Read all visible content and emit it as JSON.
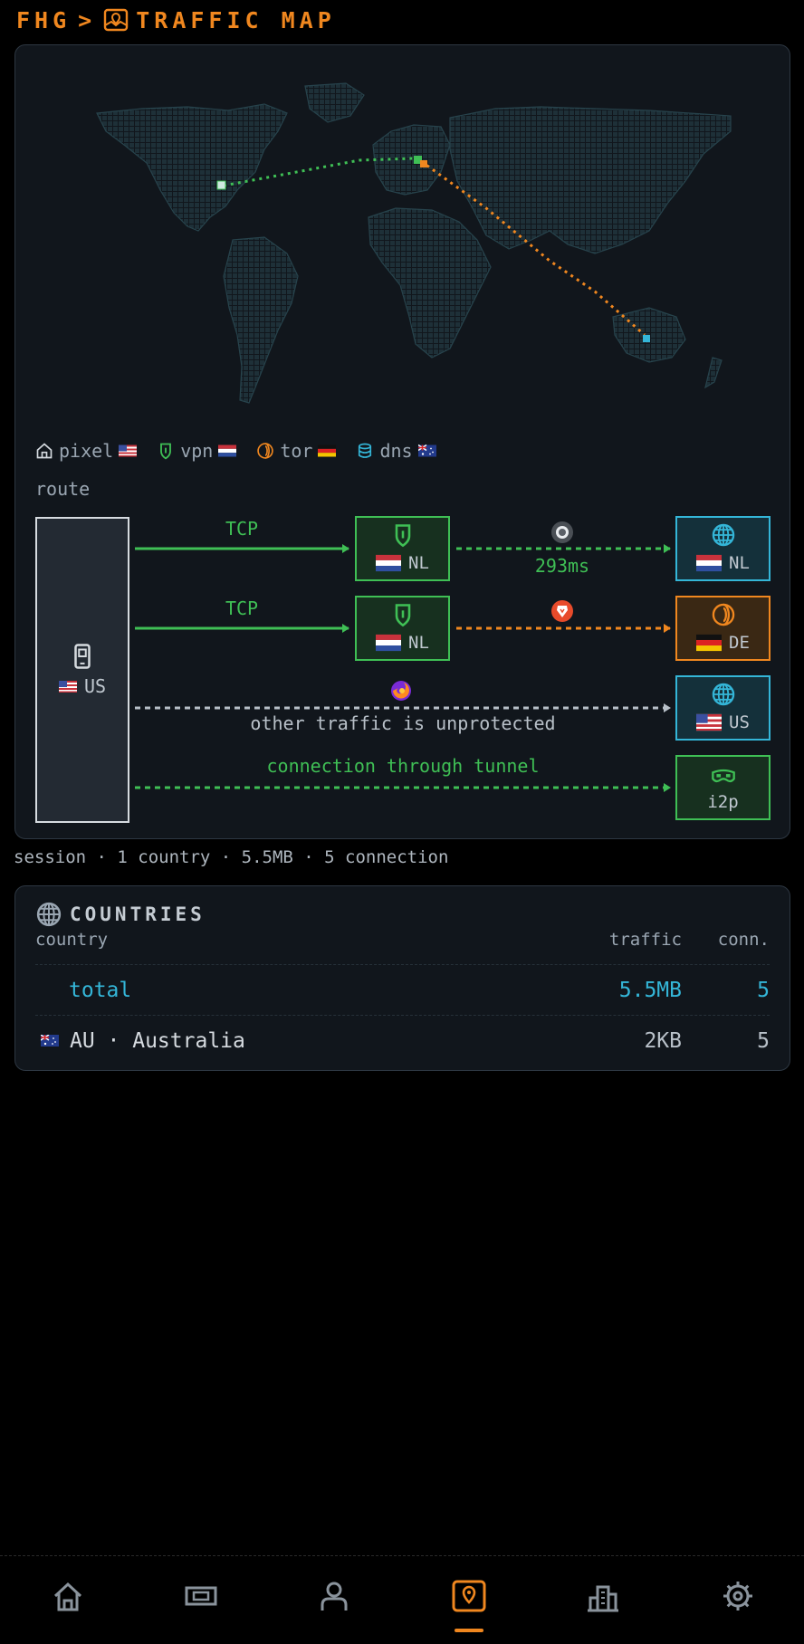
{
  "header": {
    "root": "FHG",
    "separator": ">",
    "title": "TRAFFIC MAP",
    "icon": "map-pin-icon",
    "accent": "#f0871f"
  },
  "legend": [
    {
      "label": "pixel",
      "icon": "home-icon",
      "flag": "us"
    },
    {
      "label": "vpn",
      "icon": "shield-icon",
      "flag": "nl"
    },
    {
      "label": "tor",
      "icon": "onion-icon",
      "flag": "de"
    },
    {
      "label": "dns",
      "icon": "database-icon",
      "flag": "au"
    }
  ],
  "route": {
    "label": "route",
    "origin": {
      "icon": "phone-icon",
      "country": "US"
    },
    "rows": [
      {
        "proto": "TCP",
        "hop": {
          "country": "NL",
          "icon": "shield-icon"
        },
        "browser": "chrome-icon",
        "latency": "293ms",
        "dest": {
          "country": "NL",
          "icon": "globe-icon"
        }
      },
      {
        "proto": "TCP",
        "hop": {
          "country": "NL",
          "icon": "shield-icon"
        },
        "browser": "brave-icon",
        "dest": {
          "country": "DE",
          "icon": "onion-icon"
        }
      },
      {
        "browser": "firefox-icon",
        "note": "other traffic is unprotected",
        "dest": {
          "country": "US",
          "icon": "globe-icon"
        }
      },
      {
        "note": "connection through tunnel",
        "dest": {
          "label": "i2p",
          "icon": "mask-icon"
        }
      }
    ]
  },
  "session_summary": "session · 1 country · 5.5MB · 5 connection",
  "countries": {
    "title": "COUNTRIES",
    "icon": "globe-icon",
    "columns": {
      "country": "country",
      "traffic": "traffic",
      "conn": "conn."
    },
    "total": {
      "label": "total",
      "traffic": "5.5MB",
      "conn": "5"
    },
    "rows": [
      {
        "flag": "au",
        "label": "AU · Australia",
        "traffic": "2KB",
        "conn": "5"
      }
    ]
  },
  "nav": [
    {
      "icon": "home-icon",
      "active": false
    },
    {
      "icon": "ticket-icon",
      "active": false
    },
    {
      "icon": "user-icon",
      "active": false
    },
    {
      "icon": "map-icon",
      "active": true
    },
    {
      "icon": "city-icon",
      "active": false
    },
    {
      "icon": "gear-icon",
      "active": false
    }
  ],
  "colors": {
    "green": "#3fbf55",
    "blue": "#34b6d8",
    "orange": "#f0871f",
    "gray": "#9aa6b2"
  }
}
